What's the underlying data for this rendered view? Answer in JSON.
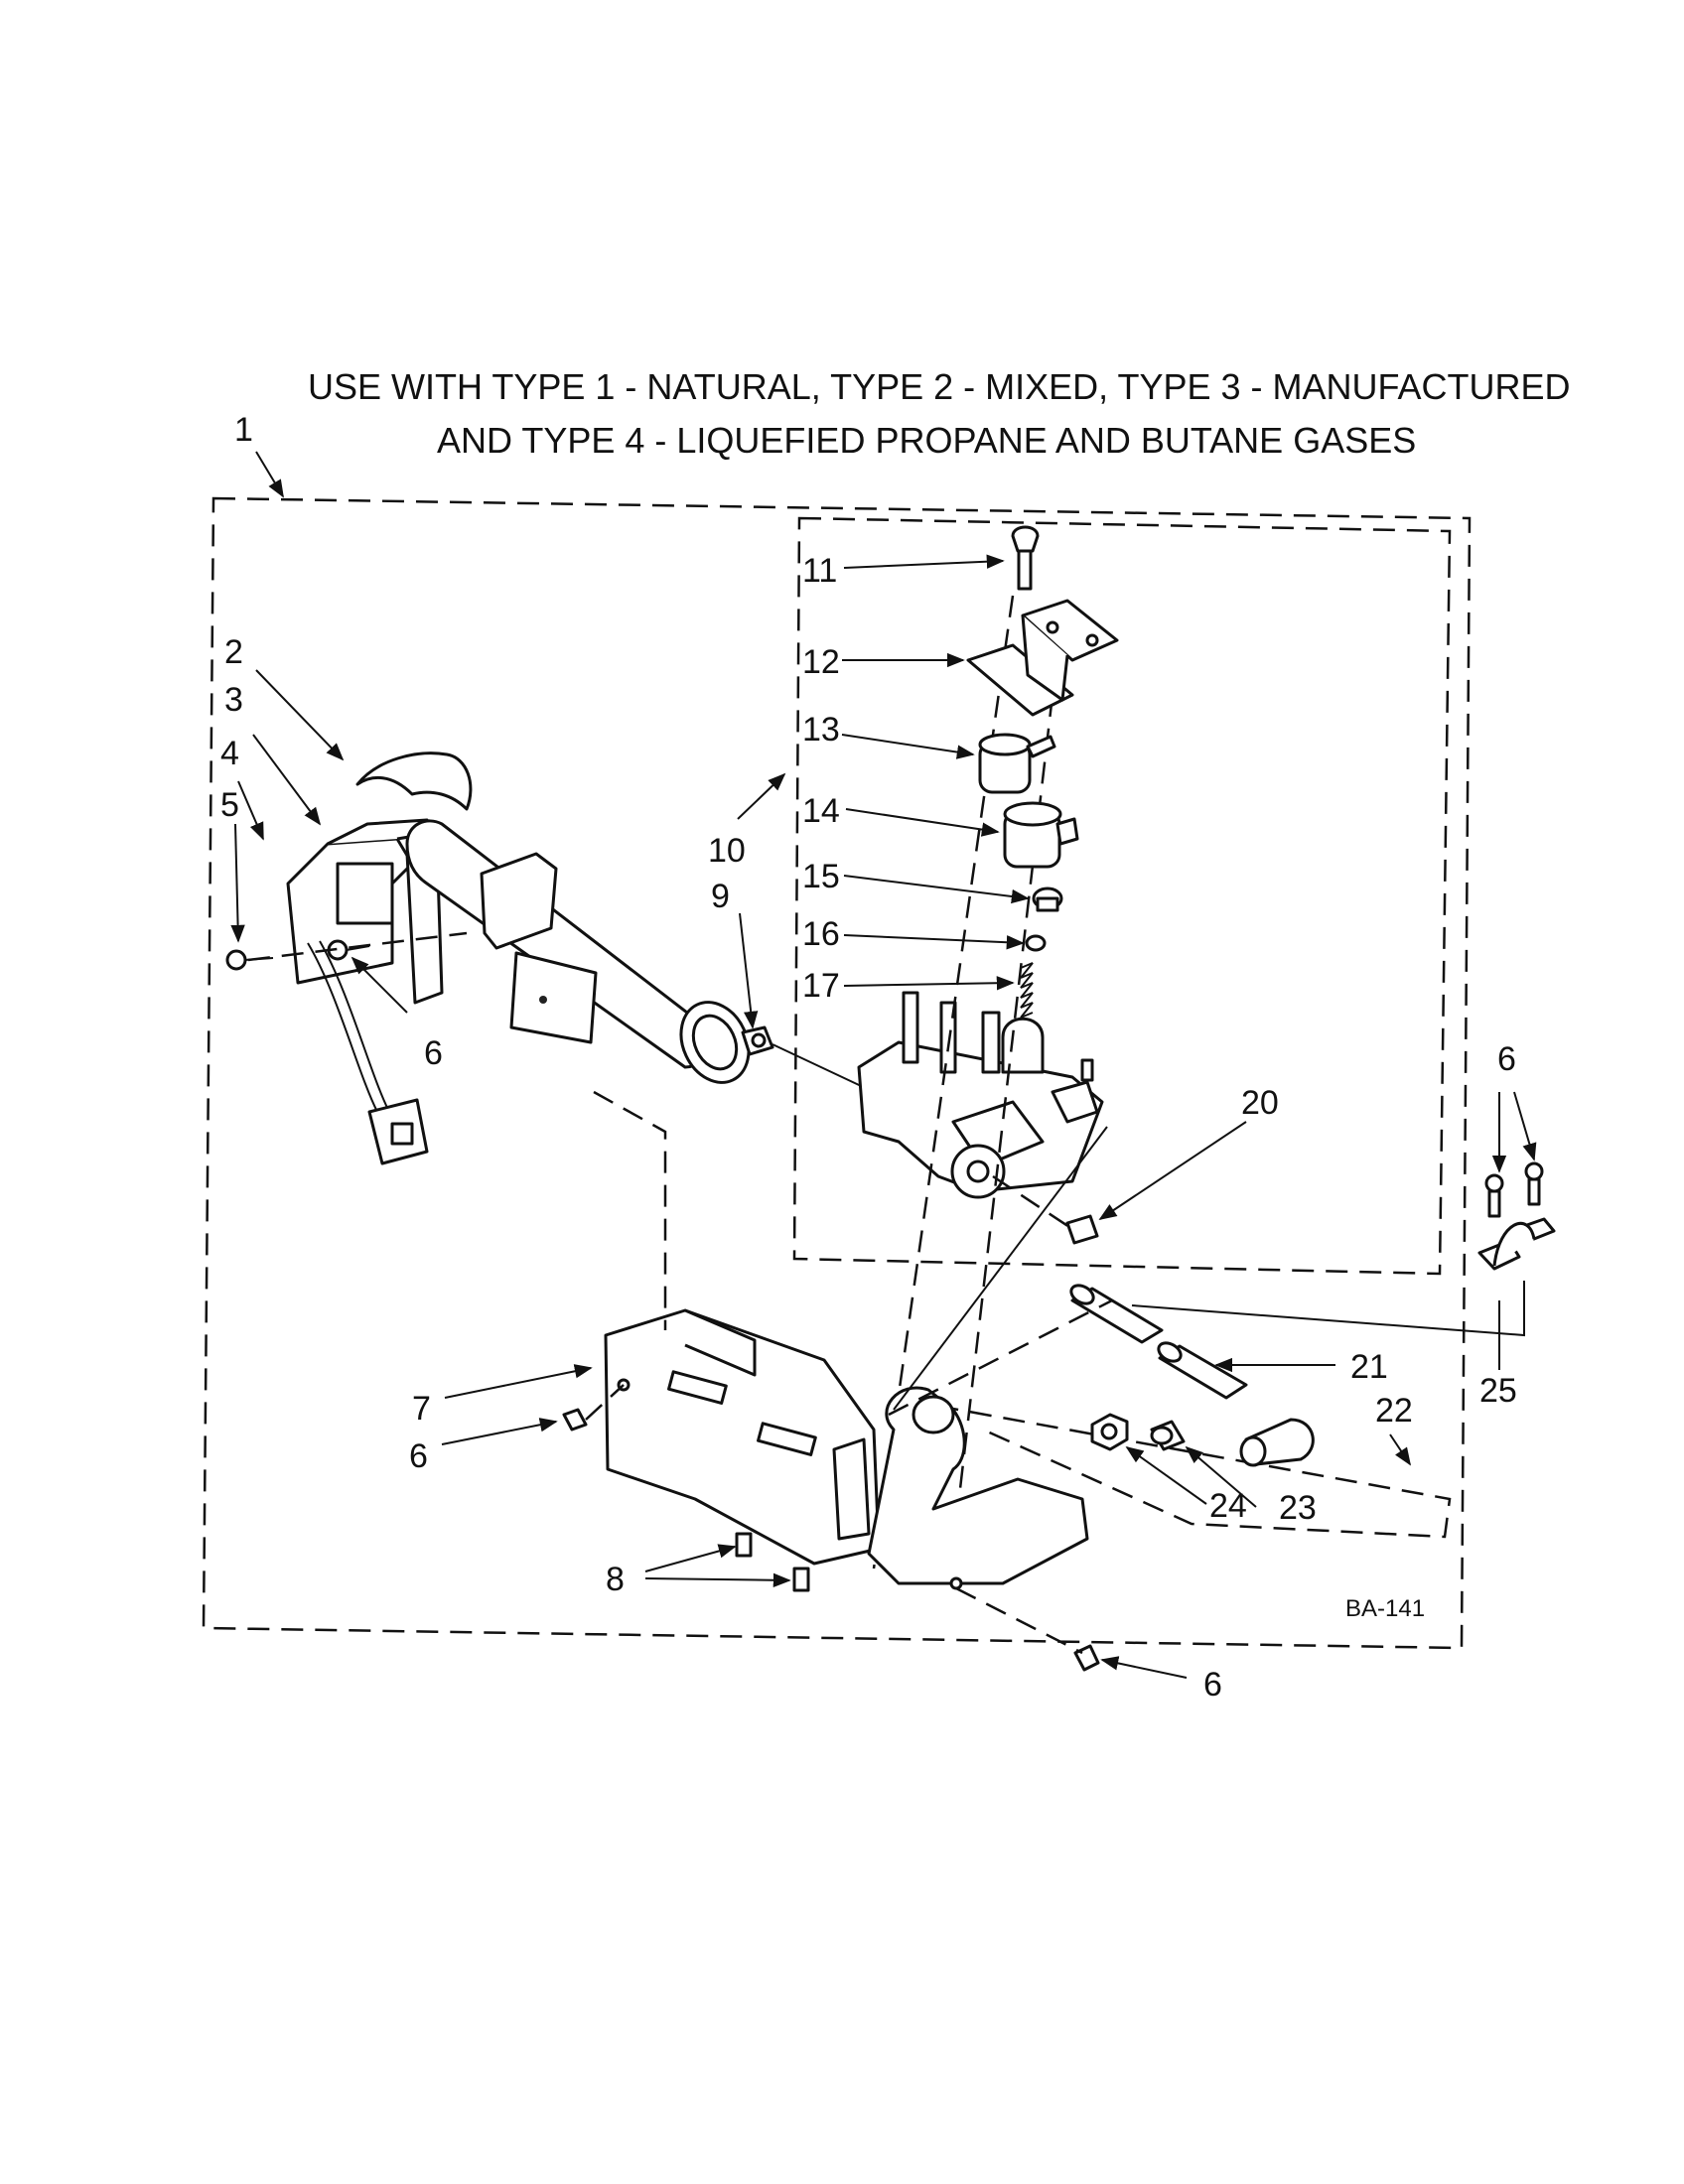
{
  "title": {
    "line1": "USE WITH TYPE 1 - NATURAL, TYPE 2 - MIXED, TYPE 3 - MANUFACTURED",
    "line2": "AND TYPE 4 - LIQUEFIED PROPANE AND BUTANE GASES"
  },
  "diagram_code": "BA-141",
  "callouts": {
    "c1": "1",
    "c2": "2",
    "c3": "3",
    "c4": "4",
    "c5": "5",
    "c6a": "6",
    "c6b": "6",
    "c6c": "6",
    "c6d": "6",
    "c7": "7",
    "c8": "8",
    "c9": "9",
    "c10": "10",
    "c11": "11",
    "c12": "12",
    "c13": "13",
    "c14": "14",
    "c15": "15",
    "c16": "16",
    "c17": "17",
    "c20": "20",
    "c21": "21",
    "c22": "22",
    "c23": "23",
    "c24": "24",
    "c25": "25"
  }
}
